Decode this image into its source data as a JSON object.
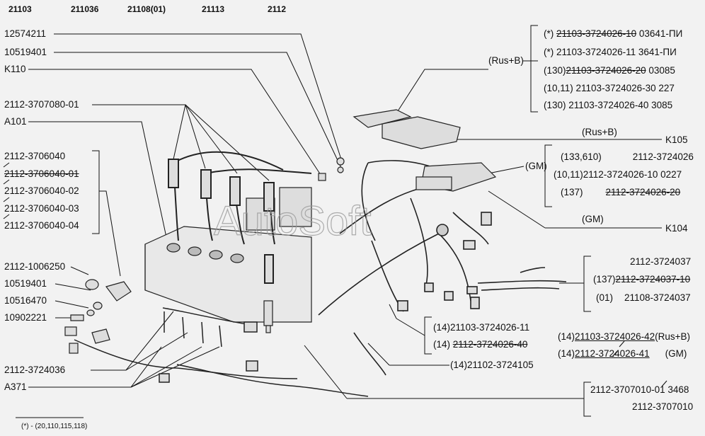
{
  "models": [
    "21103",
    "211036",
    "21108(01)",
    "21113",
    "2112"
  ],
  "left_labels": {
    "p12574211": "12574211",
    "p10519401_top": "10519401",
    "k110": "K110",
    "p2112_3707080": "2112-3707080-01",
    "a101": "A101",
    "sensor_1": "2112-3706040",
    "sensor_2": "2112-3706040-01",
    "sensor_3": "2112-3706040-02",
    "sensor_4": "2112-3706040-03",
    "sensor_5": "2112-3706040-04",
    "p2112_1006250": "2112-1006250",
    "p10519401_mid": "10519401",
    "p10516470": "10516470",
    "p10902221": "10902221",
    "p2112_3724036": "2112-3724036",
    "a371": "A371"
  },
  "ecu_variants_top": {
    "tag": "(Rus+B)",
    "rows": [
      {
        "prefix": "(*) ",
        "part": "21103-3724026-10",
        "suffix": " 03641-ПИ"
      },
      {
        "prefix": "(*) ",
        "part": "21103-3724026-11",
        "suffix": "  3641-ПИ"
      },
      {
        "prefix": "(130)",
        "part": "21103-3724026-20",
        "suffix": "   03085"
      },
      {
        "prefix": "(10,11) ",
        "part": "21103-3724026-30",
        "suffix": " 227"
      },
      {
        "prefix": "(130) ",
        "part": "21103-3724026-40",
        "suffix": "   3085"
      }
    ]
  },
  "k105": {
    "tag": "(Rus+B)",
    "label": "K105"
  },
  "gm_group": {
    "tag": "(GM)",
    "rows": [
      {
        "prefix": "(133,610)",
        "part": "2112-3724026",
        "suffix": ""
      },
      {
        "prefix": "(10,11)",
        "part": "2112-3724026-10",
        "suffix": " 0227"
      },
      {
        "prefix": "(137)",
        "part": "2112-3724026-20",
        "suffix": ""
      }
    ]
  },
  "k104": {
    "tag": "(GM)",
    "label": "K104"
  },
  "harness_right": [
    {
      "prefix": "",
      "part": "2112-3724037"
    },
    {
      "prefix": "(137)",
      "part": "2112-3724037-10"
    },
    {
      "prefix": "(01)",
      "part": "21108-3724037"
    }
  ],
  "mid_box": [
    {
      "prefix": "(14)",
      "part": "21103-3724026-11"
    },
    {
      "prefix": "(14) ",
      "part": "2112-3724026-40"
    }
  ],
  "mid_single": {
    "prefix": "(14)",
    "part": "21102-3724105"
  },
  "right_pair": [
    {
      "prefix": "(14)",
      "part": "21103-3724026-42",
      "tag": "(Rus+B)"
    },
    {
      "prefix": "(14)",
      "part": "2112-3724026-41",
      "tag": "(GM)"
    }
  ],
  "bottom_right": {
    "line1": "2112-3707010-01 3468",
    "line2": "2112-3707010"
  },
  "watermark": "AutoSoft",
  "footnote": "(*) - (20,110,115,118)"
}
